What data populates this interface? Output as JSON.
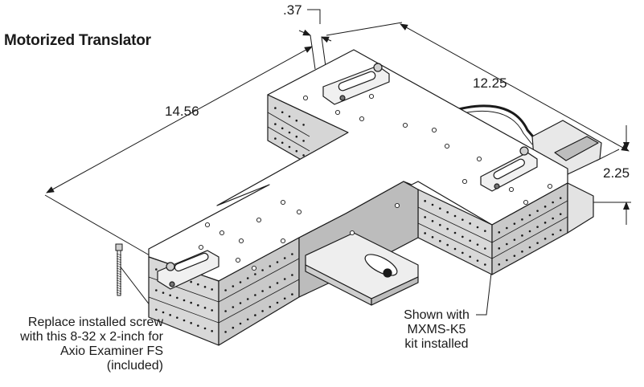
{
  "title": "Motorized Translator",
  "dimensions": {
    "offset": ".37",
    "length": "14.56",
    "width": "12.25",
    "height": "2.25"
  },
  "notes": {
    "screw": [
      "Replace installed screw",
      "with this 8-32 x 2-inch for",
      "Axio Examiner FS",
      "(included)"
    ],
    "kit": [
      "Shown with",
      "MXMS-K5",
      "kit installed"
    ]
  },
  "colors": {
    "ink": "#1a1a1a",
    "face": "#ffffff",
    "side": "#dcdcdc",
    "side_dark": "#b9b9b9"
  }
}
